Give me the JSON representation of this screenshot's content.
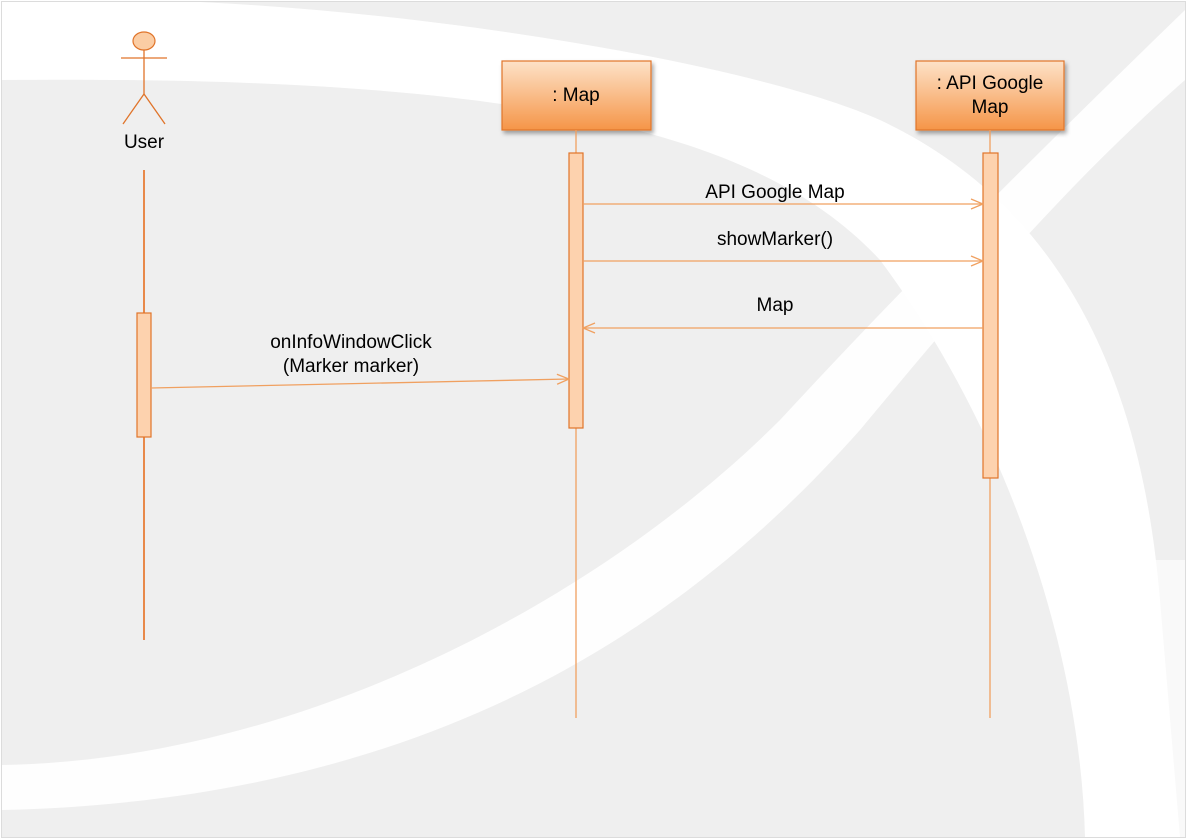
{
  "diagram": {
    "type": "sequence",
    "colors": {
      "background": "#efefef",
      "swoosh": "#ffffff",
      "line": "#f0a060",
      "box_stroke": "#e0742a",
      "box_fill_top": "#fde2c8",
      "box_fill_bottom": "#f59548",
      "activation_fill": "#fdd2ae",
      "actor_fill": "#fbcda4",
      "text": "#000000"
    },
    "actor": {
      "name": "User"
    },
    "participants": [
      {
        "id": "map",
        "lines": [
          ": Map"
        ]
      },
      {
        "id": "api",
        "lines": [
          ": API Google",
          "Map"
        ]
      }
    ],
    "messages": [
      {
        "from": "map",
        "to": "api",
        "lines": [
          "API Google Map"
        ]
      },
      {
        "from": "map",
        "to": "api",
        "lines": [
          "showMarker()"
        ]
      },
      {
        "from": "api",
        "to": "map",
        "lines": [
          "Map"
        ]
      },
      {
        "from": "user",
        "to": "map",
        "lines": [
          "onInfoWindowClick",
          "(Marker marker)"
        ]
      }
    ]
  }
}
